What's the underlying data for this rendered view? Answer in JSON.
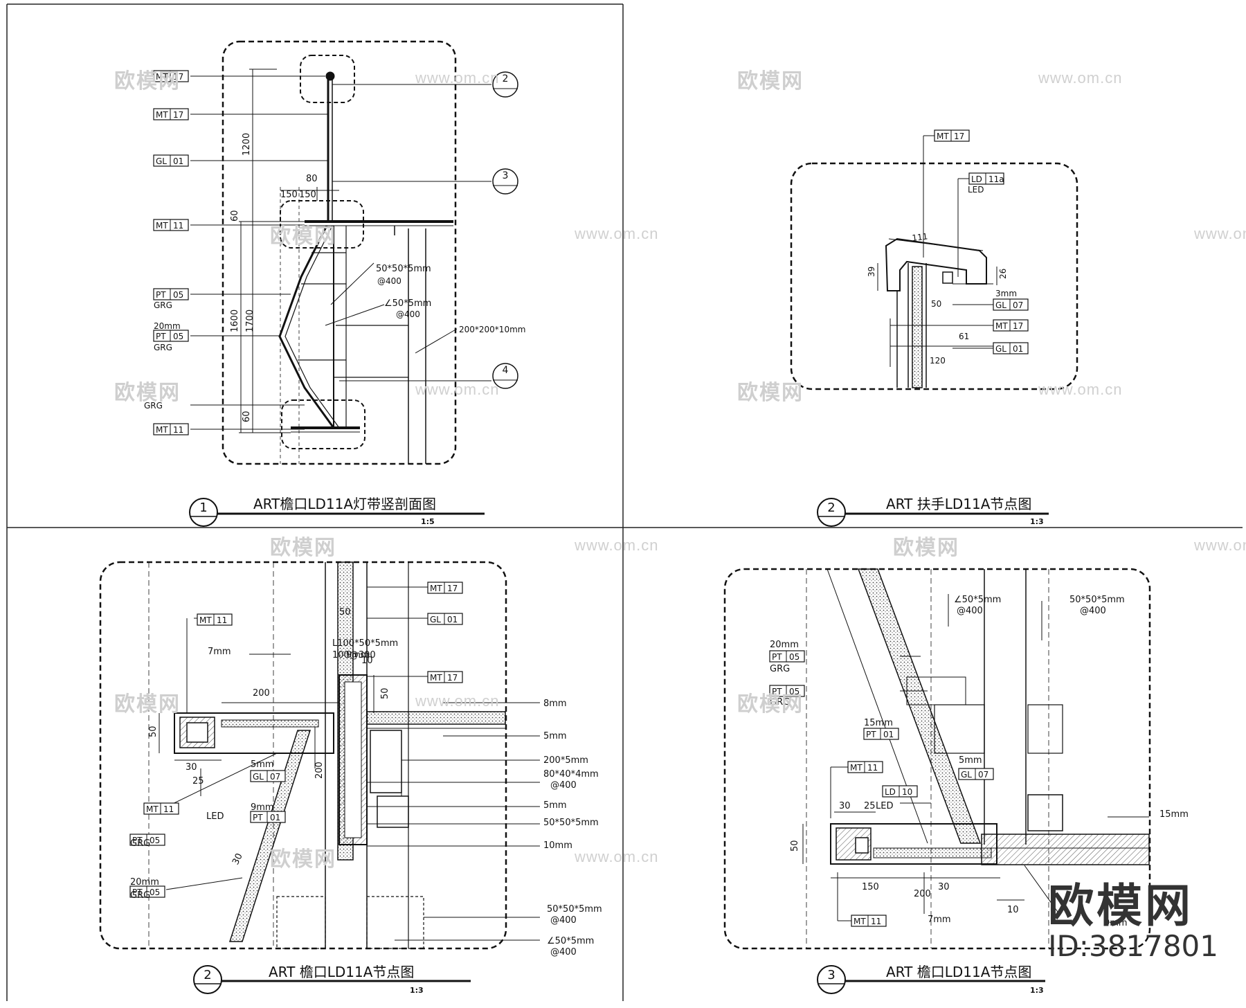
{
  "panels": [
    {
      "title": "ART檐口LD11A灯带竖剖面图",
      "scale": "1:5",
      "number": "1"
    },
    {
      "title": "ART  扶手LD11A节点图",
      "scale": "1:3",
      "number": "2"
    },
    {
      "title": "ART  檐口LD11A节点图",
      "scale": "1:3",
      "number": "2"
    },
    {
      "title": "ART  檐口LD11A节点图",
      "scale": "1:3",
      "number": "3"
    }
  ],
  "p1": {
    "tags": [
      {
        "a": "MT",
        "b": "17"
      },
      {
        "a": "MT",
        "b": "17"
      },
      {
        "a": "GL",
        "b": "01"
      },
      {
        "a": "MT",
        "b": "11"
      },
      {
        "a": "PT",
        "b": "05"
      },
      {
        "a": "PT",
        "b": "05"
      },
      {
        "a": "MT",
        "b": "11"
      }
    ],
    "grc1": "GRG",
    "note20": "20mm",
    "grc2": "GRG",
    "grc3": "GRG",
    "dims": [
      "1200",
      "80",
      "150",
      "150",
      "60",
      "1700",
      "1600",
      "60"
    ],
    "steel1": "50*50*5mm",
    "steel1b": "@400",
    "steel2": "∠50*5mm",
    "steel2b": "@400",
    "steel3": "200*200*10mm",
    "detail": [
      "2",
      "3",
      "4"
    ]
  },
  "p2": {
    "tags": [
      {
        "a": "MT",
        "b": "17"
      },
      {
        "a": "LD",
        "b": "11a"
      },
      {
        "a": "GL",
        "b": "07"
      },
      {
        "a": "MT",
        "b": "17"
      },
      {
        "a": "GL",
        "b": "01"
      }
    ],
    "led": "LED",
    "dims": [
      "111",
      "39",
      "26",
      "50",
      "61",
      "120",
      "3mm"
    ]
  },
  "p3": {
    "tags": [
      {
        "a": "MT",
        "b": "11"
      },
      {
        "a": "MT",
        "b": "17"
      },
      {
        "a": "GL",
        "b": "01"
      },
      {
        "a": "MT",
        "b": "17"
      },
      {
        "a": "GL",
        "b": "07"
      },
      {
        "a": "MT",
        "b": "11"
      },
      {
        "a": "PT",
        "b": "01"
      },
      {
        "a": "PT",
        "b": "05"
      },
      {
        "a": "PT",
        "b": "05"
      }
    ],
    "labels": [
      "7mm",
      "L100*50*5mm",
      "100@300",
      "9mm",
      "8mm",
      "5mm",
      "200*5mm",
      "80*40*4mm",
      "@400",
      "5mm",
      "50*50*5mm",
      "10mm",
      "50*50*5mm",
      "@400",
      "∠50*5mm",
      "@400",
      "5mm",
      "9mm",
      "20mm",
      "GRG",
      "GRG",
      "LED"
    ],
    "dims": [
      "50",
      "200",
      "50",
      "10",
      "30",
      "25",
      "200",
      "30",
      "50"
    ]
  },
  "p4": {
    "tags": [
      {
        "a": "PT",
        "b": "05"
      },
      {
        "a": "PT",
        "b": "05"
      },
      {
        "a": "PT",
        "b": "01"
      },
      {
        "a": "MT",
        "b": "11"
      },
      {
        "a": "GL",
        "b": "07"
      },
      {
        "a": "LD",
        "b": "10"
      },
      {
        "a": "MT",
        "b": "11"
      }
    ],
    "labels": [
      "∠50*5mm",
      "@400",
      "50*50*5mm",
      "@400",
      "20mm",
      "GRG",
      "GRG",
      "15mm",
      "5mm",
      "LED",
      "7mm",
      "9mm",
      "15mm"
    ],
    "dims": [
      "30",
      "25",
      "50",
      "150",
      "200",
      "30",
      "10"
    ]
  },
  "watermark_url": "www.om.cn",
  "watermark_cn": "欧模网",
  "logo": {
    "name": "欧模网",
    "id": "ID:3817801"
  },
  "colors": {
    "line": "#111111",
    "hatch": "#555555",
    "dash": "#222222"
  }
}
